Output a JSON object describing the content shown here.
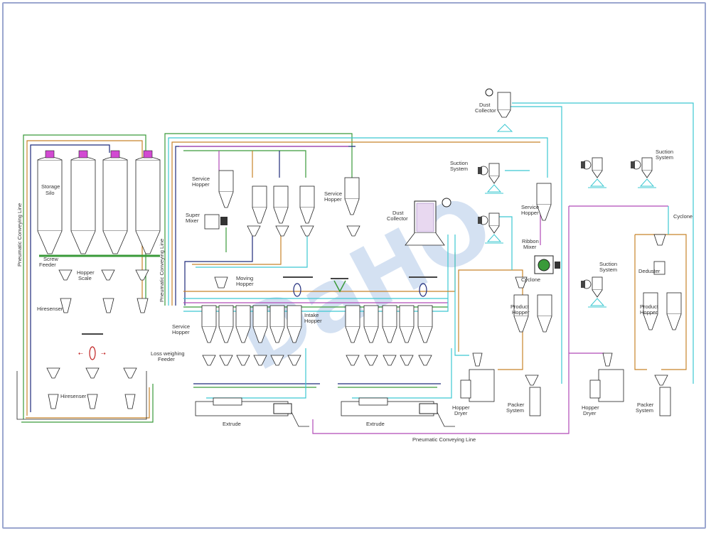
{
  "labels": {
    "storage_silo": [
      "Storage",
      "Silo"
    ],
    "screw_feeder": [
      "Screw",
      "Feeder"
    ],
    "hopper_scale": [
      "Hopper",
      "Scale"
    ],
    "hiresenser_1": "Hiresenser",
    "hiresenser_2": "Hiresenser",
    "service_hopper_1": [
      "Service",
      "Hopper"
    ],
    "super_mixer": [
      "Super",
      "Mixer"
    ],
    "service_hopper_2": [
      "Service",
      "Hopper"
    ],
    "moving_hopper": [
      "Moving",
      "Hopper"
    ],
    "service_hopper_3": [
      "Service",
      "Hopper"
    ],
    "intake_hopper": [
      "Intake",
      "Hopper"
    ],
    "loss_weighing_feeder": [
      "Loss weighing",
      "Feeder"
    ],
    "extruder_1": "Extrude",
    "extruder_2": "Extrude",
    "dust_collector_1": [
      "Dust",
      "Collector"
    ],
    "dust_collector_2": [
      "Dust",
      "Collector"
    ],
    "suction_system_1": [
      "Suction",
      "System"
    ],
    "service_hopper_4": [
      "Service",
      "Hopper"
    ],
    "ribbon_mixer": [
      "Ribbon",
      "Mixer"
    ],
    "cyclone_1": "Cyclone",
    "product_hopper_1": [
      "Product",
      "Hopper"
    ],
    "hopper_dryer_1": [
      "Hopper",
      "Dryer"
    ],
    "packer_system_1": [
      "Packer",
      "System"
    ],
    "suction_system_2": [
      "Suction",
      "System"
    ],
    "cyclone_2": "Cyclone",
    "deduster": "Deduster",
    "product_hopper_2": [
      "Product",
      "Hopper"
    ],
    "suction_system_3": [
      "Suction",
      "System"
    ],
    "hopper_dryer_2": [
      "Hopper",
      "Dryer"
    ],
    "packer_system_2": [
      "Packer",
      "System"
    ],
    "pneumatic_line_left": "Pneumatic Conveying Line",
    "pneumatic_line_mid": "Pneumatic Conveying Line",
    "pneumatic_line_bottom": "Pneumatic Conveying Line"
  },
  "watermark": "DaHO",
  "colors": {
    "cyan": "#3cc8d2",
    "green": "#3a9a3a",
    "navy": "#1f2a7a",
    "purple": "#b04ab8",
    "orange": "#c8842a",
    "magenta": "#c83ac8"
  }
}
